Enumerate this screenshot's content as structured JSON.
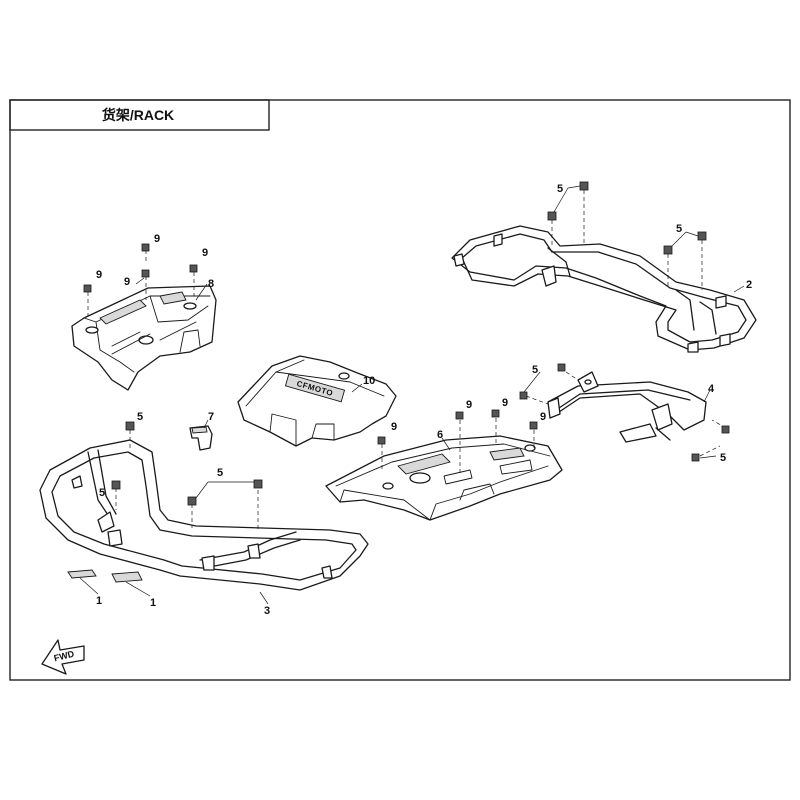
{
  "title": "货架/RACK",
  "brand_text": "CFMOTO",
  "fwd_label": "FWD",
  "callouts": {
    "c1a": "1",
    "c1b": "1",
    "c2": "2",
    "c3": "3",
    "c4": "4",
    "c5a": "5",
    "c5b": "5",
    "c5c": "5",
    "c5d": "5",
    "c5e": "5",
    "c5f": "5",
    "c5g": "5",
    "c6": "6",
    "c7": "7",
    "c8": "8",
    "c9a": "9",
    "c9b": "9",
    "c9c": "9",
    "c9d": "9",
    "c9e": "9",
    "c9f": "9",
    "c9g": "9",
    "c9h": "9",
    "c10": "10"
  }
}
